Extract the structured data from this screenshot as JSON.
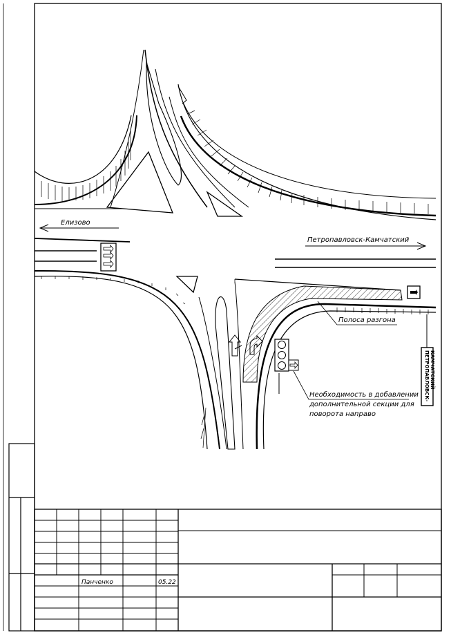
{
  "labels": {
    "elizovo": "Елизово",
    "petropavlovsk": "Петропавловск-Камчатский",
    "acceleration_lane": "Полоса разгона",
    "note_line1": "Необходимость в добавлении",
    "note_line2": "дополнительной секции для",
    "note_line3": "поворота направо"
  },
  "road_sign": {
    "line1": "ПЕТРОПАВЛОВСК-",
    "line2": "КАМЧАТСКИЙ"
  },
  "title_block": {
    "developer": "Панченко",
    "date": "05.22"
  }
}
